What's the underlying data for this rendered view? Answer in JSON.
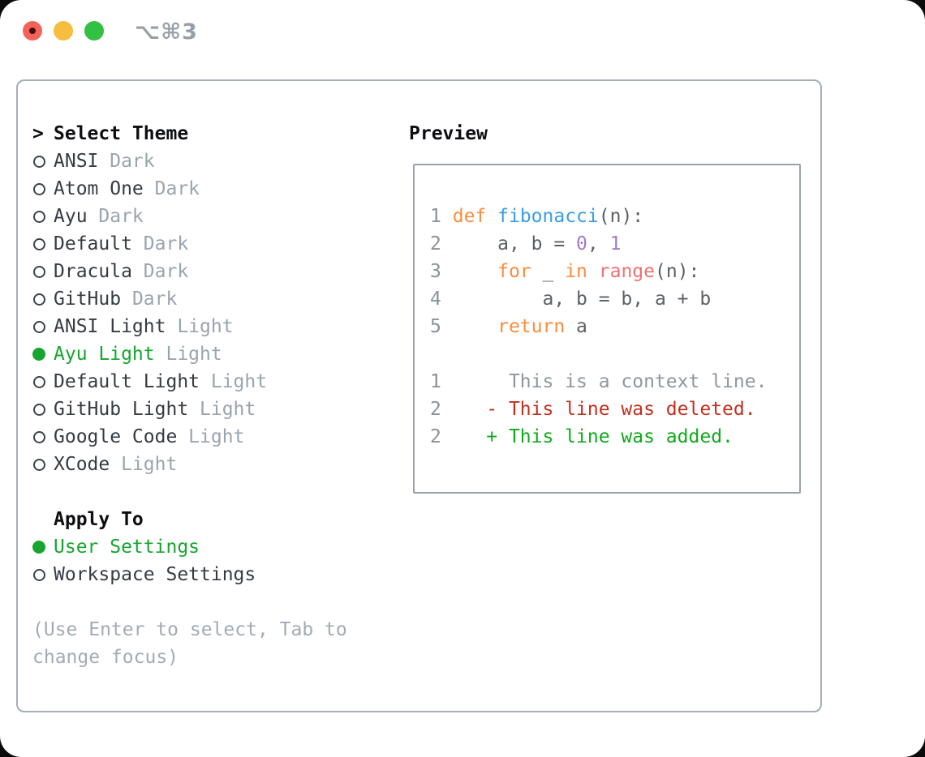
{
  "window": {
    "titlebar": {
      "shortcut": "⌥⌘3",
      "traffic_lights": [
        {
          "name": "close",
          "color": "#f4635a"
        },
        {
          "name": "minimize",
          "color": "#f6bd3e"
        },
        {
          "name": "zoom",
          "color": "#33c144"
        }
      ]
    }
  },
  "theme_selector": {
    "header": {
      "prefix": ">",
      "label": "Select Theme"
    },
    "items": [
      {
        "name": "ANSI",
        "variant": "Dark",
        "selected": false
      },
      {
        "name": "Atom One",
        "variant": "Dark",
        "selected": false
      },
      {
        "name": "Ayu",
        "variant": "Dark",
        "selected": false
      },
      {
        "name": "Default",
        "variant": "Dark",
        "selected": false
      },
      {
        "name": "Dracula",
        "variant": "Dark",
        "selected": false
      },
      {
        "name": "GitHub",
        "variant": "Dark",
        "selected": false
      },
      {
        "name": "ANSI Light",
        "variant": "Light",
        "selected": false
      },
      {
        "name": "Ayu Light",
        "variant": "Light",
        "selected": true
      },
      {
        "name": "Default Light",
        "variant": "Light",
        "selected": false
      },
      {
        "name": "GitHub Light",
        "variant": "Light",
        "selected": false
      },
      {
        "name": "Google Code",
        "variant": "Light",
        "selected": false
      },
      {
        "name": "XCode",
        "variant": "Light",
        "selected": false
      }
    ]
  },
  "apply_to": {
    "header": "Apply To",
    "options": [
      {
        "name": "User Settings",
        "selected": true
      },
      {
        "name": "Workspace Settings",
        "selected": false
      }
    ]
  },
  "help": {
    "lines": [
      "(Use Enter to select, Tab to",
      "change focus)"
    ]
  },
  "preview": {
    "title": "Preview",
    "lines": [
      {
        "num": "1",
        "tokens": [
          [
            "fg",
            " "
          ],
          [
            "kw",
            "def"
          ],
          [
            "fg",
            " "
          ],
          [
            "fn",
            "fibonacci"
          ],
          [
            "fg",
            "(n):"
          ]
        ]
      },
      {
        "num": "2",
        "tokens": [
          [
            "fg",
            "     a, b = "
          ],
          [
            "num",
            "0"
          ],
          [
            "fg",
            ", "
          ],
          [
            "num",
            "1"
          ]
        ]
      },
      {
        "num": "3",
        "tokens": [
          [
            "fg",
            "     "
          ],
          [
            "kw",
            "for"
          ],
          [
            "fg",
            " _ "
          ],
          [
            "kw",
            "in"
          ],
          [
            "fg",
            " "
          ],
          [
            "call",
            "range"
          ],
          [
            "fg",
            "(n):"
          ]
        ]
      },
      {
        "num": "4",
        "tokens": [
          [
            "fg",
            "         a, b = b, a + b"
          ]
        ]
      },
      {
        "num": "5",
        "tokens": [
          [
            "fg",
            "     "
          ],
          [
            "kw",
            "return"
          ],
          [
            "fg",
            " a"
          ]
        ]
      },
      {
        "num": "",
        "tokens": []
      },
      {
        "num": "1",
        "tokens": [
          [
            "ctx",
            "      This is a context line."
          ]
        ]
      },
      {
        "num": "2",
        "tokens": [
          [
            "del",
            "    - This line was deleted."
          ]
        ]
      },
      {
        "num": "2",
        "tokens": [
          [
            "add",
            "    + This line was added."
          ]
        ]
      }
    ]
  },
  "colors": {
    "selection_green": "#16a52e",
    "keyword_orange": "#fa8d3e",
    "function_blue": "#399ee6",
    "call_coral": "#f07171",
    "number_purple": "#a37acc",
    "code_foreground": "#5c6166",
    "gutter_gray": "#8a9199",
    "context_gray": "#8f979e",
    "deleted_red": "#c1301f",
    "added_green": "#10aa1b",
    "variant_gray": "#9aa4ae",
    "item_text": "#363b42",
    "help_gray": "#a2abb5",
    "frame_border": "#a6aeb8"
  }
}
